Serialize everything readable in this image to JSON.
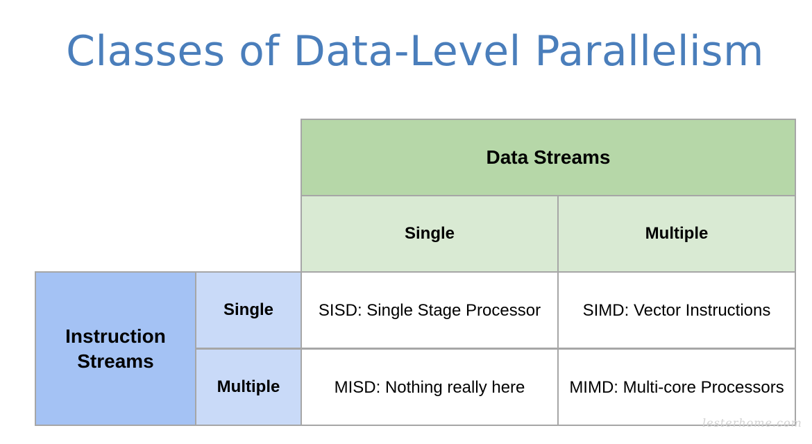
{
  "slide": {
    "title": "Classes of Data-Level Parallelism"
  },
  "table": {
    "column_group_header": "Data Streams",
    "column_headers": [
      "Single",
      "Multiple"
    ],
    "row_group_header": "Instruction Streams",
    "row_headers": [
      "Single",
      "Multiple"
    ],
    "cells": [
      [
        "SISD: Single Stage Processor",
        "SIMD: Vector Instructions"
      ],
      [
        "MISD: Nothing really here",
        "MIMD: Multi-core Processors"
      ]
    ]
  },
  "watermark": "lesterhome.com",
  "colors": {
    "title": "#4a7ebb",
    "data_streams_header": "#b6d7a8",
    "data_streams_subheader": "#d9ead3",
    "instruction_streams_header": "#a4c2f4",
    "instruction_streams_subheader": "#c9daf8",
    "border": "#a6a6a6"
  }
}
